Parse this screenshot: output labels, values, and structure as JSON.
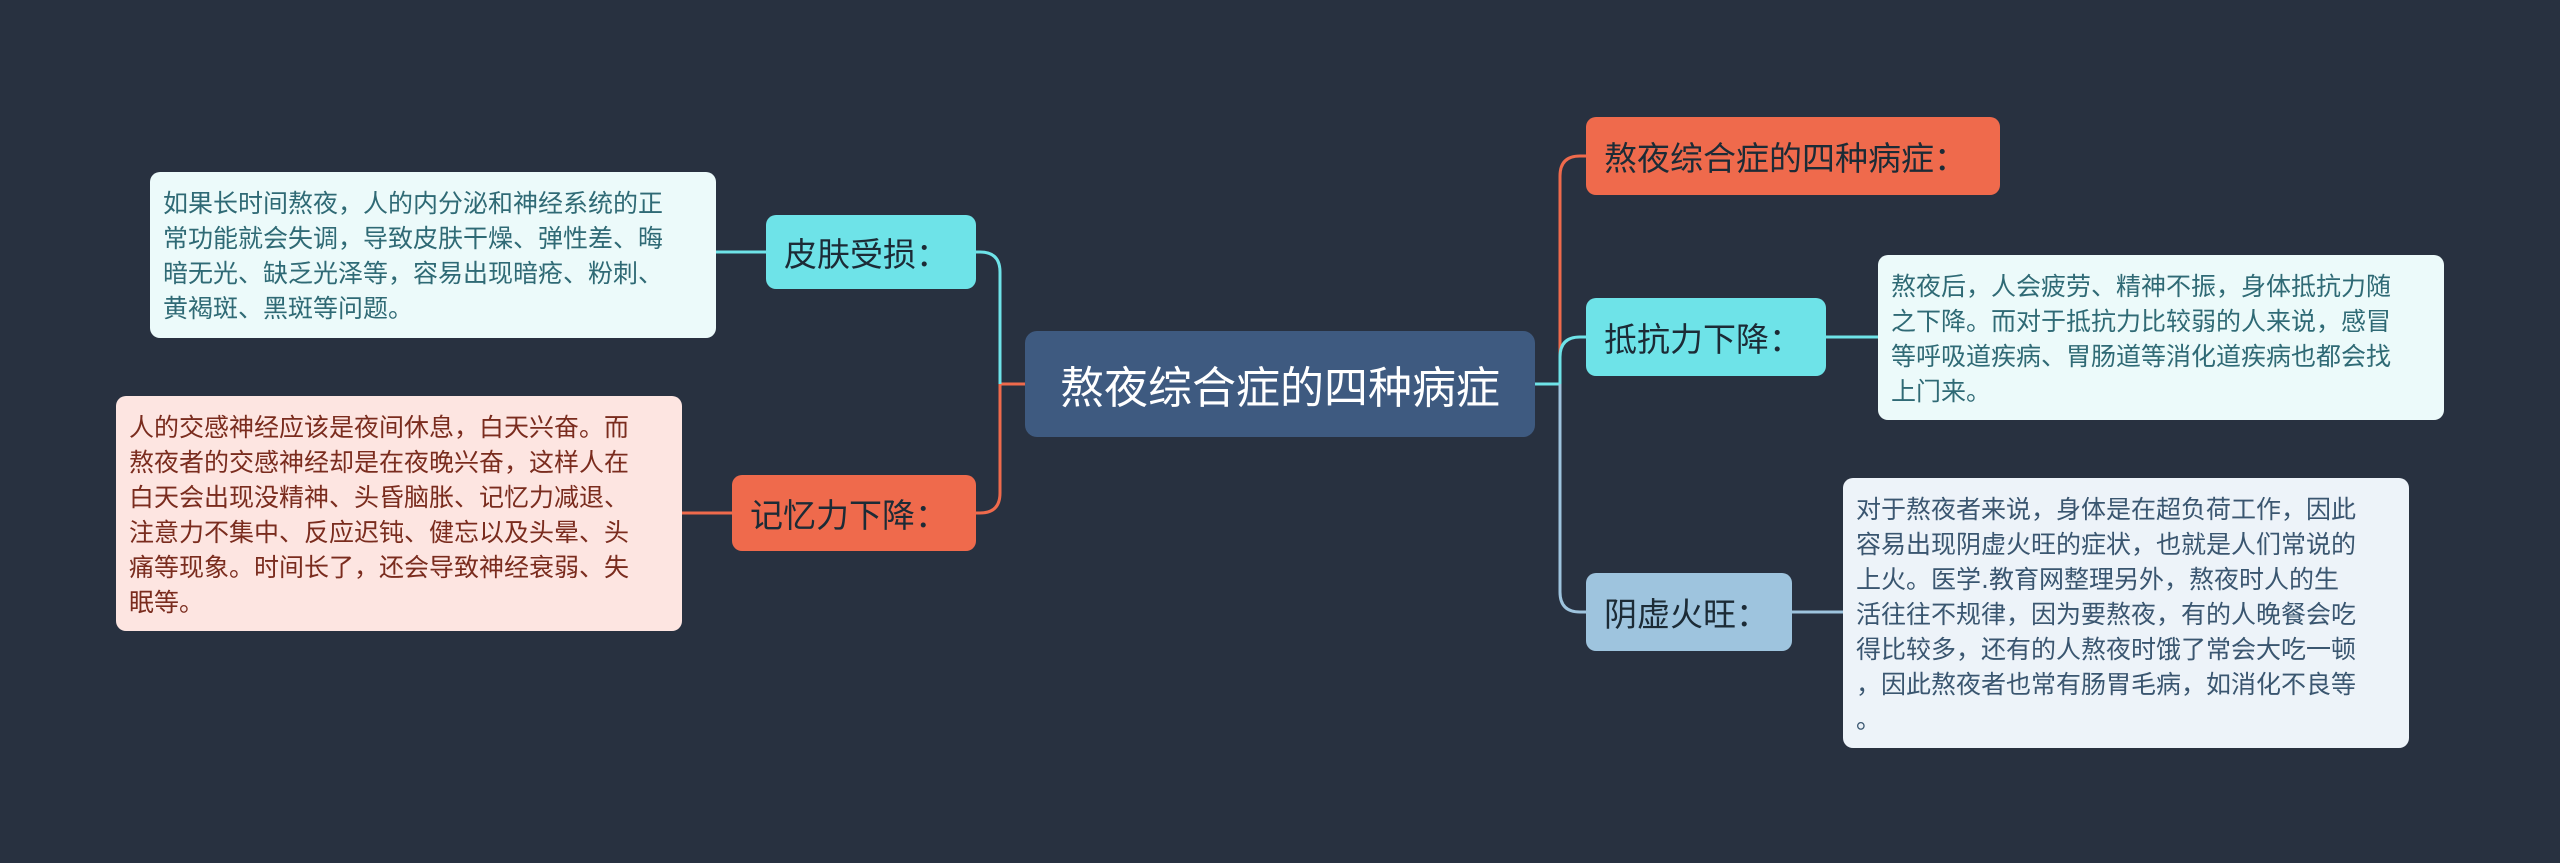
{
  "colors": {
    "background": "#283140",
    "root": "#3e5a80",
    "cyan": "#6ee3e8",
    "red": "#ef6a4c",
    "blue": "#9ec4de"
  },
  "root": {
    "label": "熬夜综合症的四种病症"
  },
  "left": [
    {
      "label": "皮肤受损：",
      "color": "cyan",
      "detail": [
        "如果长时间熬夜，人的内分泌和神经系统的正",
        "常功能就会失调，导致皮肤干燥、弹性差、晦",
        "暗无光、缺乏光泽等，容易出现暗疮、粉刺、",
        "黄褐斑、黑斑等问题。"
      ]
    },
    {
      "label": "记忆力下降：",
      "color": "red",
      "detail": [
        "人的交感神经应该是夜间休息，白天兴奋。而",
        "熬夜者的交感神经却是在夜晚兴奋，这样人在",
        "白天会出现没精神、头昏脑胀、记忆力减退、",
        "注意力不集中、反应迟钝、健忘以及头晕、头",
        "痛等现象。时间长了，还会导致神经衰弱、失",
        "眠等。"
      ]
    }
  ],
  "right": [
    {
      "label": "熬夜综合症的四种病症：",
      "color": "red"
    },
    {
      "label": "抵抗力下降：",
      "color": "cyan",
      "detail": [
        "熬夜后，人会疲劳、精神不振，身体抵抗力随",
        "之下降。而对于抵抗力比较弱的人来说，感冒",
        "等呼吸道疾病、胃肠道等消化道疾病也都会找",
        "上门来。"
      ]
    },
    {
      "label": "阴虚火旺：",
      "color": "blue",
      "detail": [
        "对于熬夜者来说，身体是在超负荷工作，因此",
        "容易出现阴虚火旺的症状，也就是人们常说的",
        "上火。医学.教育网整理另外，熬夜时人的生",
        "活往往不规律，因为要熬夜，有的人晚餐会吃",
        "得比较多，还有的人熬夜时饿了常会大吃一顿",
        "，因此熬夜者也常有肠胃毛病，如消化不良等",
        "。"
      ]
    }
  ]
}
